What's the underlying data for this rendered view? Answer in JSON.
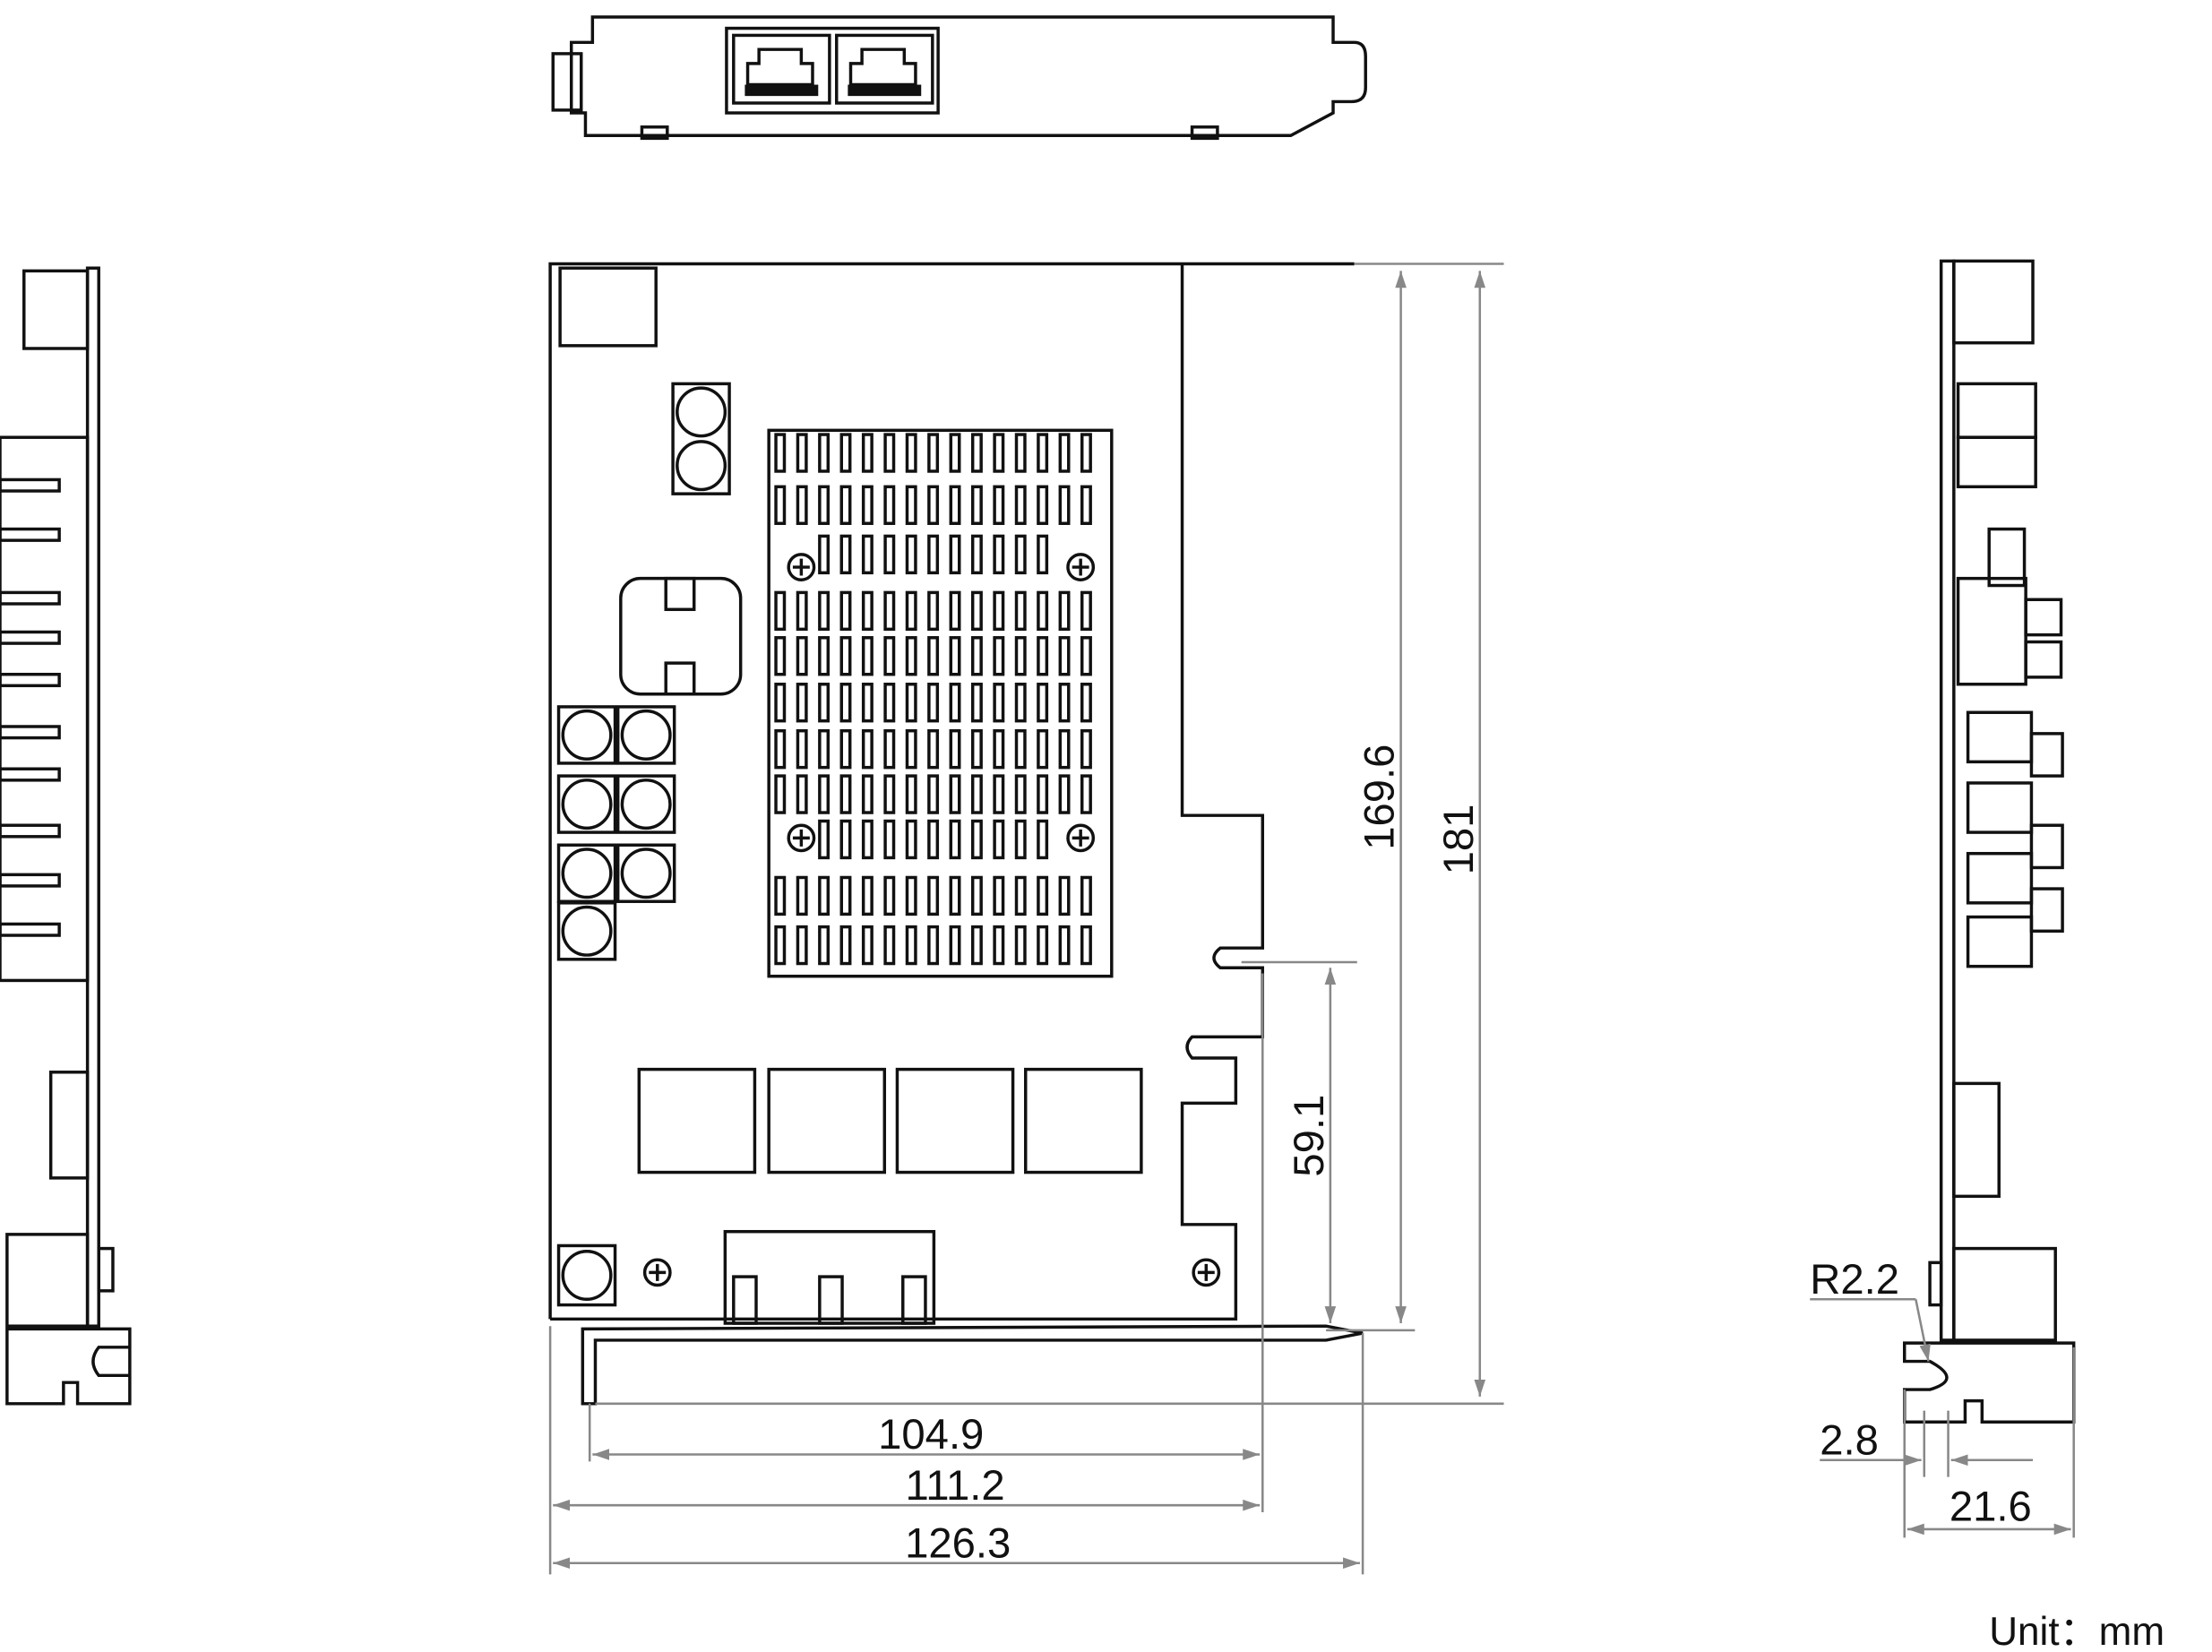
{
  "drawing": {
    "dimensions": {
      "board_height": "169.6",
      "overall_height": "181",
      "connector_height": "59.1",
      "connector_width": "104.9",
      "board_length": "111.2",
      "overall_length": "126.3",
      "bracket_radius": "R2.2",
      "bracket_offset": "2.8",
      "bracket_depth": "21.6"
    },
    "unit_label": "Unit：mm",
    "colors": {
      "line": "#111111",
      "dimension": "#888888"
    }
  }
}
